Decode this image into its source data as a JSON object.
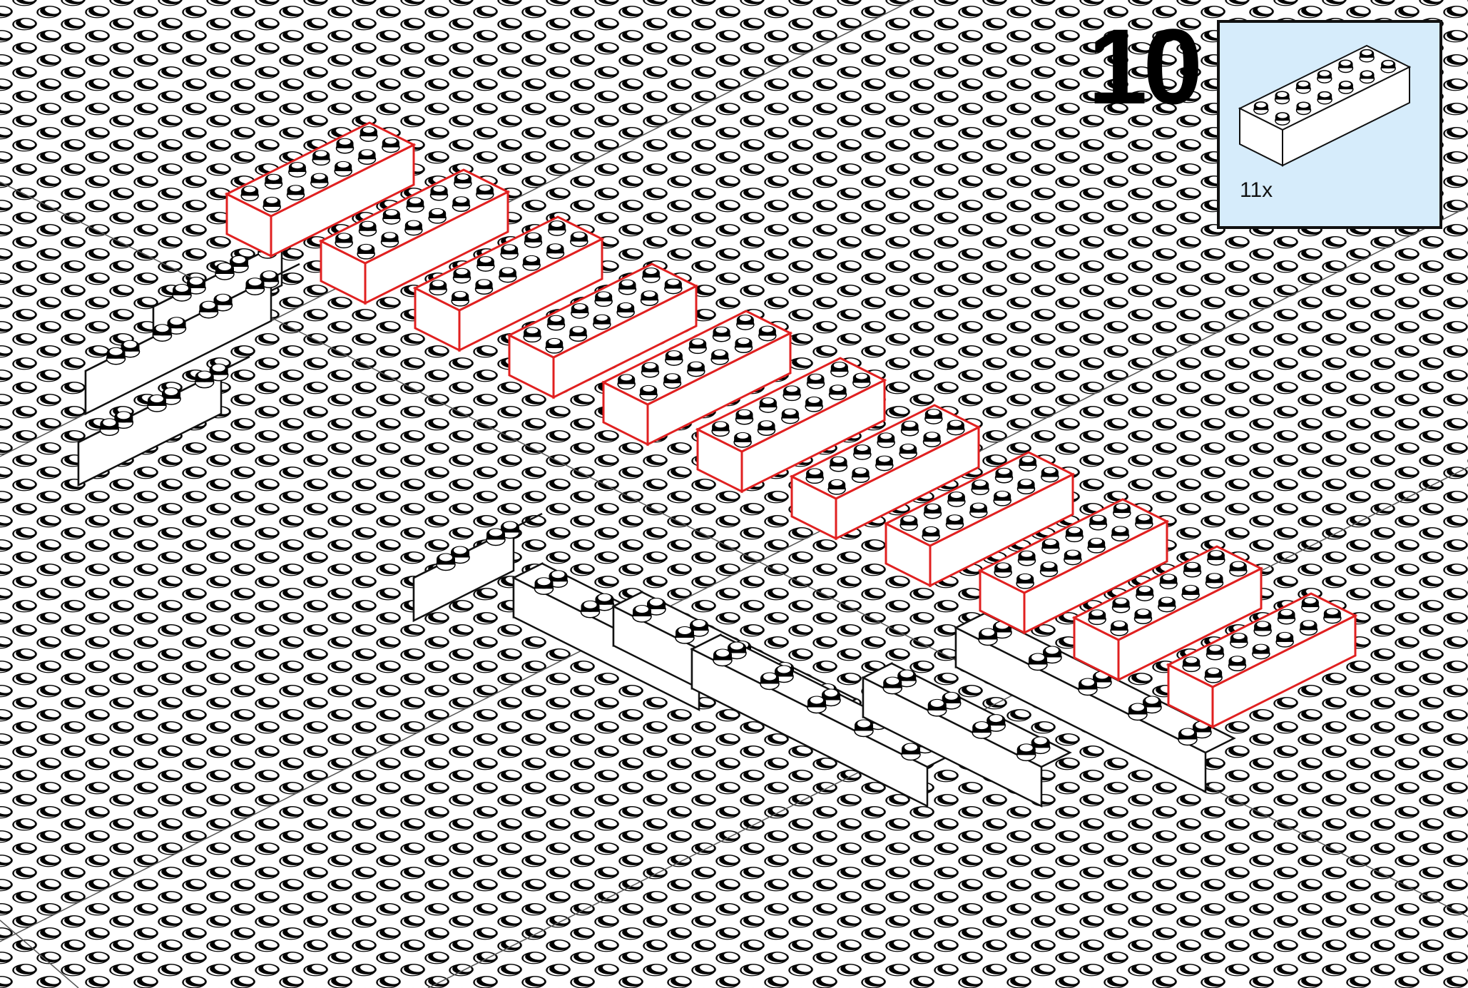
{
  "step": {
    "number": "10"
  },
  "parts_callout": {
    "part": "brick-2x6-white",
    "quantity_label": "11x"
  },
  "colors": {
    "baseplate": "#ffffff",
    "stud_fill": "#000000",
    "outline": "#111111",
    "new_brick_highlight": "#e02020",
    "callout_background": "#d6ecfb"
  },
  "bricks": {
    "new_this_step": 11,
    "previous": 9
  }
}
